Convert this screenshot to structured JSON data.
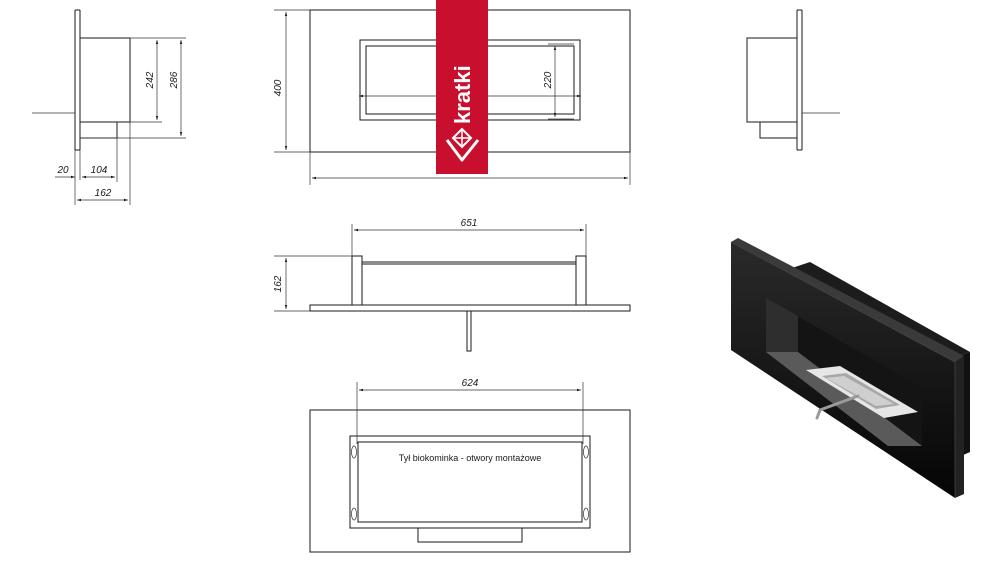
{
  "brand": {
    "name": "kratki",
    "color": "#c8102e"
  },
  "side_view_left": {
    "dims": {
      "inner_height": "242",
      "outer_height": "286",
      "frame": "20",
      "depth": "104",
      "total_depth": "162"
    }
  },
  "front_view": {
    "dims": {
      "height": "400",
      "opening_height": "220",
      "width": ""
    }
  },
  "top_view": {
    "dims": {
      "width": "651",
      "depth": "162"
    }
  },
  "rear_view": {
    "dims": {
      "width": "624"
    },
    "note": "Tył biokominka - otwory montażowe"
  },
  "colors": {
    "line": "#1a1a1a",
    "product_black": "#0a0a0a"
  }
}
